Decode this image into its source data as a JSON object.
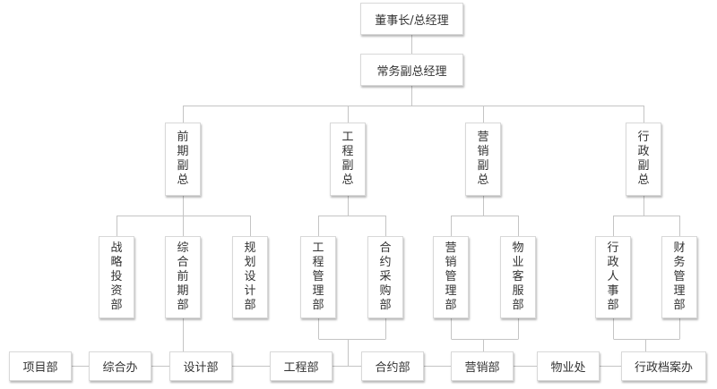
{
  "org": {
    "chairman": "董事长/总经理",
    "executive_vp": "常务副总经理",
    "vps": [
      {
        "label": "前期副总",
        "departments": [
          "战略投资部",
          "综合前期部",
          "规划设计部"
        ]
      },
      {
        "label": "工程副总",
        "departments": [
          "工程管理部",
          "合约采购部"
        ]
      },
      {
        "label": "营销副总",
        "departments": [
          "营销管理部",
          "物业客服部"
        ]
      },
      {
        "label": "行政副总",
        "departments": [
          "行政人事部",
          "财务管理部"
        ]
      }
    ],
    "bottom_units": [
      "项目部",
      "综合办",
      "设计部",
      "工程部",
      "合约部",
      "营销部",
      "物业处",
      "行政档案办"
    ]
  }
}
